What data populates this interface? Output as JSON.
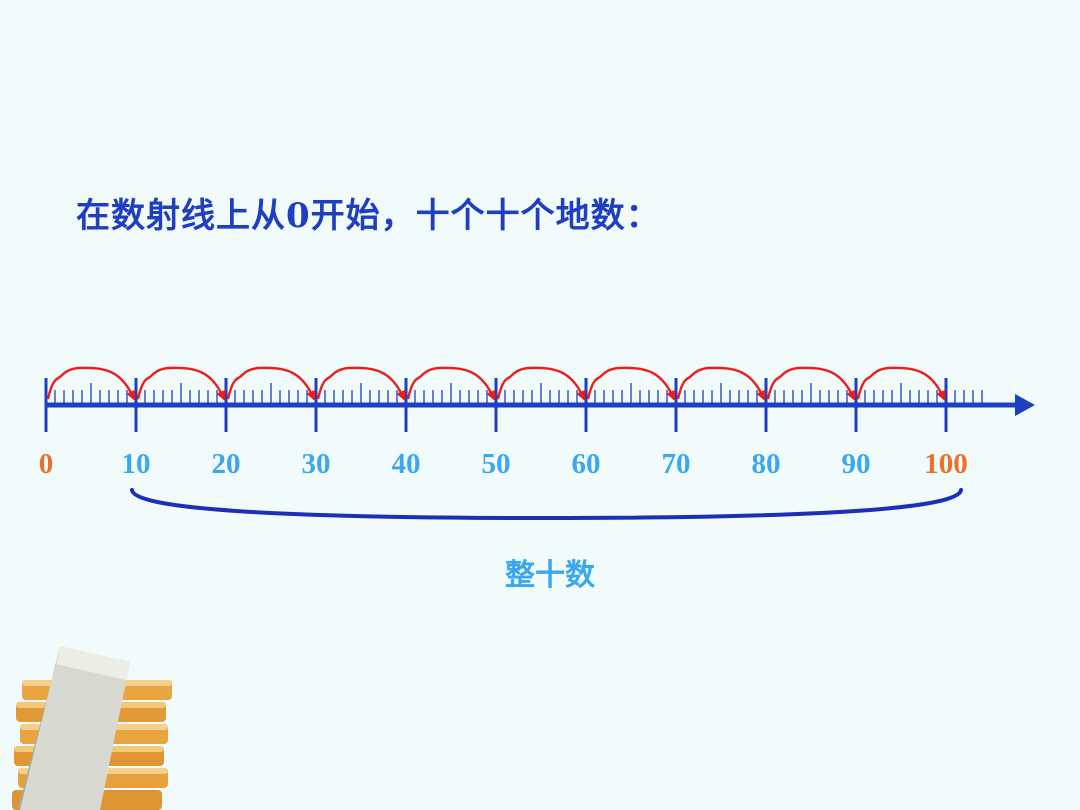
{
  "heading": "在数射线上从0开始，十个十个地数：",
  "number_line": {
    "labels": [
      "0",
      "10",
      "20",
      "30",
      "40",
      "50",
      "60",
      "70",
      "80",
      "90",
      "100"
    ],
    "hops": 10,
    "minor_ticks_per_unit": 10
  },
  "group_label": "整十数",
  "colors": {
    "heading": "#1f3fc0",
    "axis": "#1c3fc4",
    "hop_arrow": "#e8201c",
    "label_endpoint": "#ec6f2c",
    "label_tens": "#3ba7ee",
    "brace": "#1c2fb8",
    "group_label": "#3ba7ee",
    "background": "#f2fbfc"
  },
  "icons": {
    "decoration": "book-stack-icon"
  }
}
